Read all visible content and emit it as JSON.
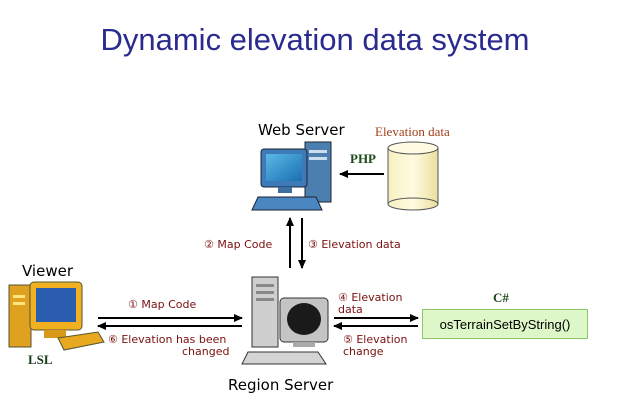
{
  "title": "Dynamic elevation data system",
  "nodes": {
    "web_server": "Web Server",
    "elevation_data": "Elevation data",
    "php": "PHP",
    "viewer": "Viewer",
    "lsl": "LSL",
    "region_server": "Region Server",
    "csharp": "C#",
    "function": "osTerrainSetByString()"
  },
  "arrows": {
    "step2": "② Map Code",
    "step3": "③ Elevation data",
    "step1": "① Map Code",
    "step6_line1": "⑥ Elevation has been",
    "step6_line2": "changed",
    "step4_line1": "④ Elevation",
    "step4_line2": "data",
    "step5_line1": "⑤ Elevation",
    "step5_line2": "change"
  }
}
